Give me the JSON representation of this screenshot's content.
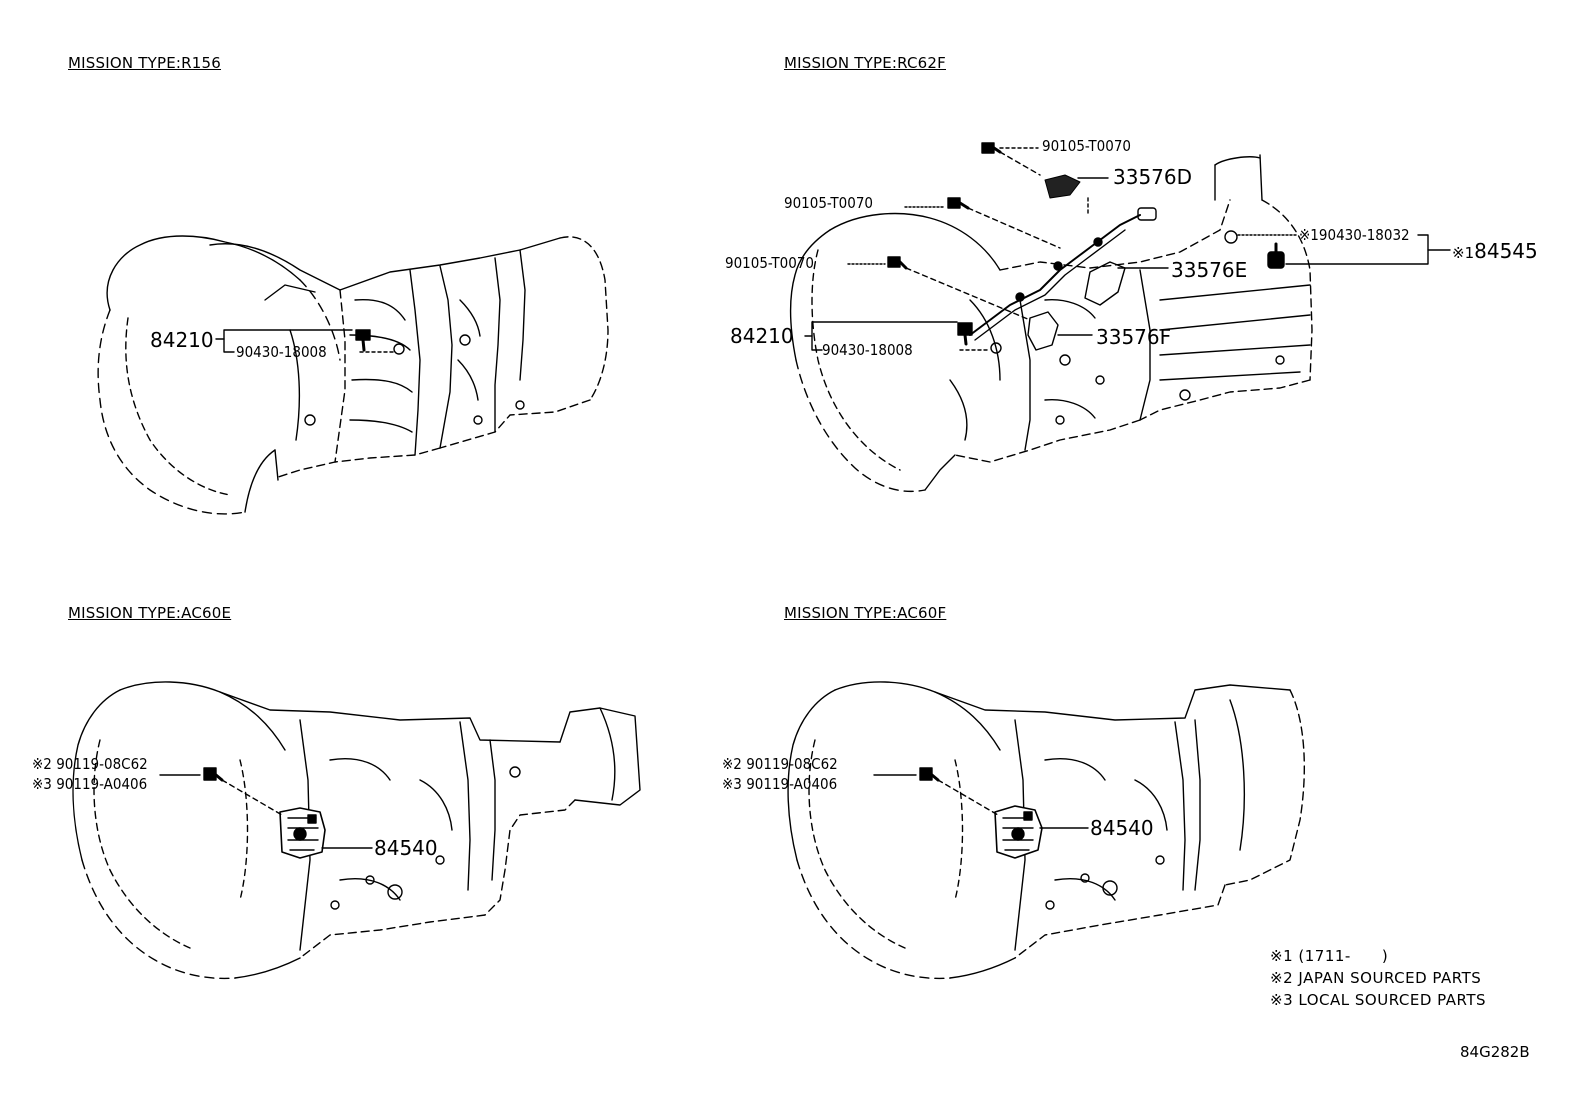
{
  "panels": {
    "r156": {
      "title": "MISSION TYPE:R156",
      "labels": {
        "p84210": "84210",
        "p90430": "90430-18008"
      }
    },
    "rc62f": {
      "title": "MISSION TYPE:RC62F",
      "labels": {
        "bolt_top": "90105-T0070",
        "bolt_mid": "90105-T0070",
        "bolt_low": "90105-T0070",
        "p33576d": "33576D",
        "p33576e": "33576E",
        "p33576f": "33576F",
        "p84210": "84210",
        "p90430": "90430-18008",
        "gasket_mark": "※1",
        "gasket": "90430-18032",
        "sensor_mark": "※1",
        "p84545": "84545"
      }
    },
    "ac60e": {
      "title": "MISSION TYPE:AC60E",
      "labels": {
        "bolt_a_mark": "※2",
        "bolt_a": "90119-08C62",
        "bolt_b_mark": "※3",
        "bolt_b": "90119-A0406",
        "p84540": "84540"
      }
    },
    "ac60f": {
      "title": "MISSION TYPE:AC60F",
      "labels": {
        "bolt_a_mark": "※2",
        "bolt_a": "90119-08C62",
        "bolt_b_mark": "※3",
        "bolt_b": "90119-A0406",
        "p84540": "84540"
      }
    }
  },
  "legend": [
    {
      "mark": "※1",
      "text": "(1711-　　)"
    },
    {
      "mark": "※2",
      "text": "JAPAN SOURCED PARTS"
    },
    {
      "mark": "※3",
      "text": "LOCAL SOURCED PARTS"
    }
  ],
  "drawing_code": "84G282B"
}
